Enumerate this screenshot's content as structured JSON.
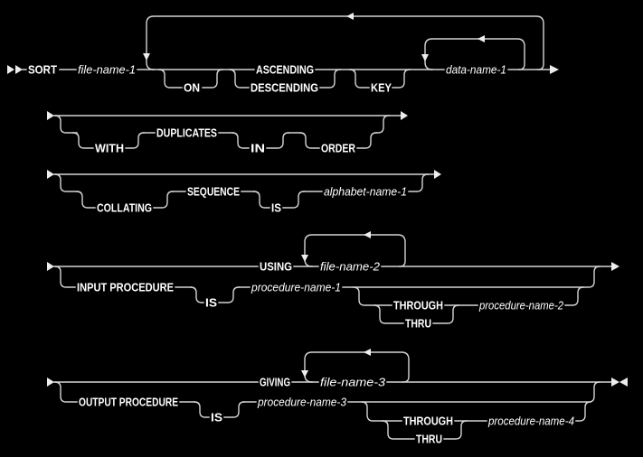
{
  "colors": {
    "background": "#000000",
    "line": "#d4d4d4",
    "text": "#ffffff"
  },
  "row1": {
    "sort": "SORT",
    "file_name_1": "file-name-1",
    "on": "ON",
    "ascending": "ASCENDING",
    "descending": "DESCENDING",
    "key": "KEY",
    "data_name_1": "data-name-1"
  },
  "row2": {
    "with": "WITH",
    "duplicates": "DUPLICATES",
    "in": "IN",
    "order": "ORDER"
  },
  "row3": {
    "collating": "COLLATING",
    "sequence": "SEQUENCE",
    "is": "IS",
    "alphabet_name_1": "alphabet-name-1"
  },
  "row4": {
    "using": "USING",
    "file_name_2": "file-name-2",
    "input_procedure": "INPUT PROCEDURE",
    "is": "IS",
    "procedure_name_1": "procedure-name-1",
    "through": "THROUGH",
    "thru": "THRU",
    "procedure_name_2": "procedure-name-2"
  },
  "row5": {
    "giving": "GIVING",
    "file_name_3": "file-name-3",
    "output_procedure": "OUTPUT PROCEDURE",
    "is": "IS",
    "procedure_name_3": "procedure-name-3",
    "through": "THROUGH",
    "thru": "THRU",
    "procedure_name_4": "procedure-name-4"
  }
}
